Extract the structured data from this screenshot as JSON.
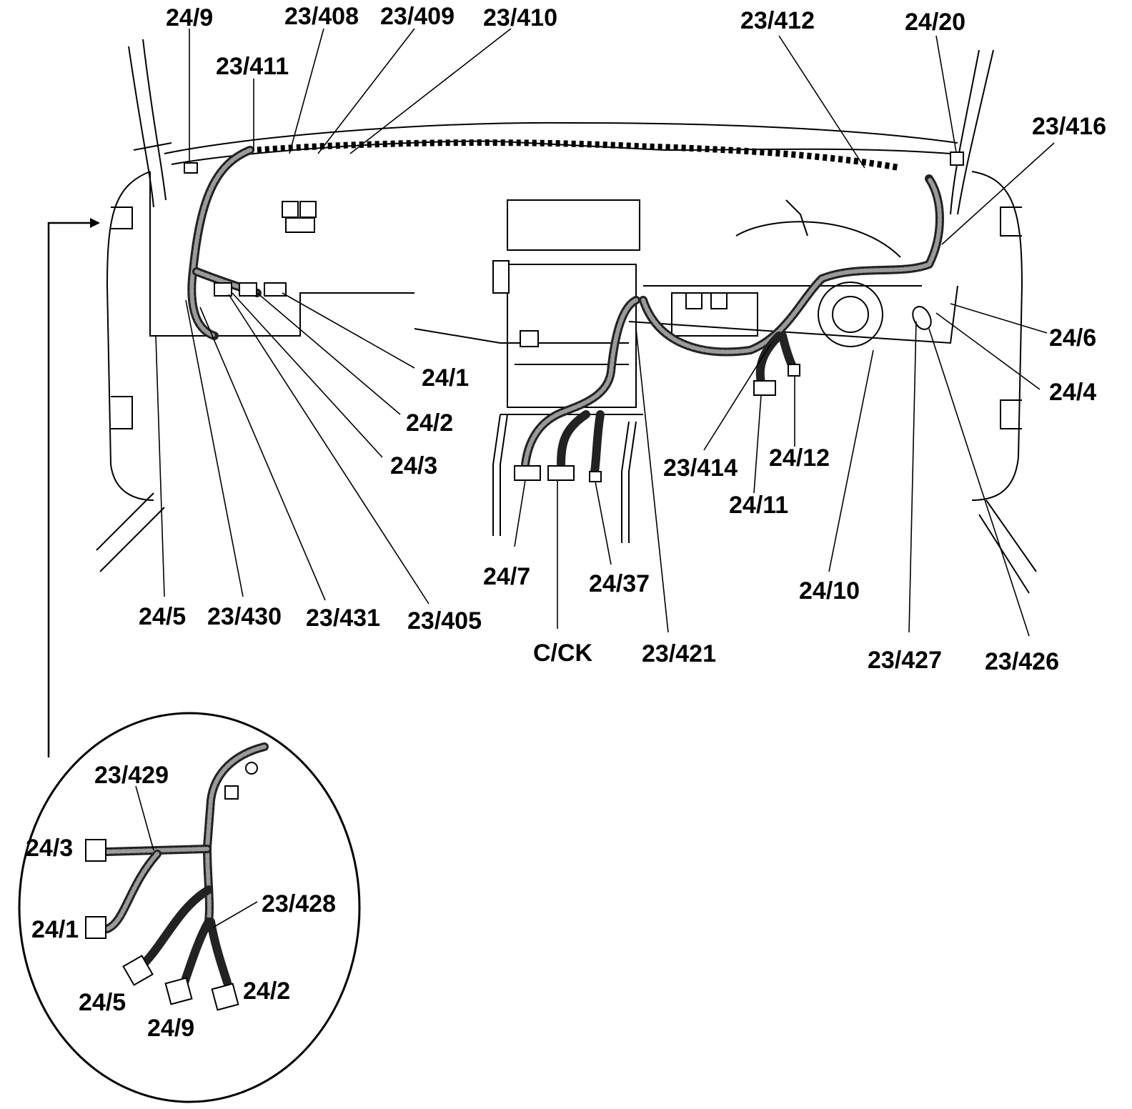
{
  "labels": {
    "l_24_9": "24/9",
    "l_23_408": "23/408",
    "l_23_409": "23/409",
    "l_23_410": "23/410",
    "l_23_412": "23/412",
    "l_24_20": "24/20",
    "l_23_411": "23/411",
    "l_23_416": "23/416",
    "l_24_6": "24/6",
    "l_24_4": "24/4",
    "l_24_1": "24/1",
    "l_24_2": "24/2",
    "l_24_3": "24/3",
    "l_23_414": "23/414",
    "l_24_12": "24/12",
    "l_24_11": "24/11",
    "l_24_7": "24/7",
    "l_24_37": "24/37",
    "l_24_10": "24/10",
    "l_24_5": "24/5",
    "l_23_430": "23/430",
    "l_23_431": "23/431",
    "l_23_405": "23/405",
    "l_c_ck": "C/CK",
    "l_23_421": "23/421",
    "l_23_427": "23/427",
    "l_23_426": "23/426"
  },
  "inset": {
    "l_23_429": "23/429",
    "l_24_3": "24/3",
    "l_24_1": "24/1",
    "l_23_428": "23/428",
    "l_24_5": "24/5",
    "l_24_9": "24/9",
    "l_24_2": "24/2"
  }
}
